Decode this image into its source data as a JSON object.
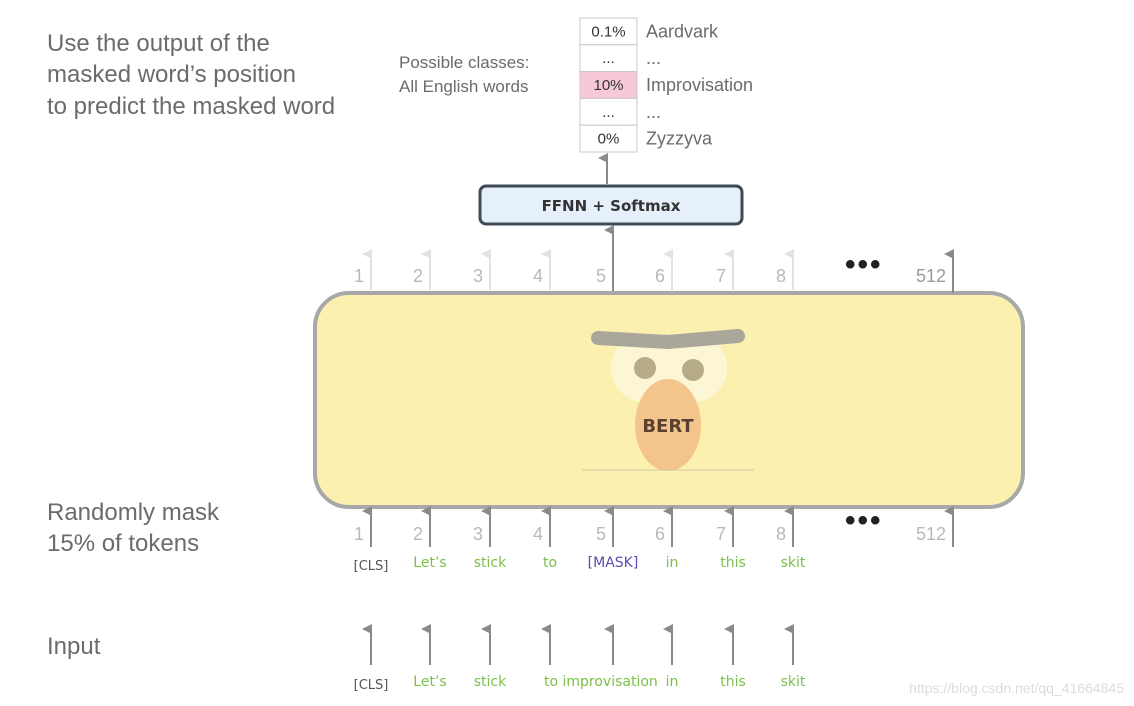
{
  "labels": {
    "top_left": [
      "Use the output of the",
      "masked word’s position",
      "to predict the masked word"
    ],
    "mid_left": [
      "Randomly mask",
      "15% of tokens"
    ],
    "input": "Input",
    "possible_classes": [
      "Possible classes:",
      "All English words"
    ]
  },
  "output_table": [
    {
      "prob": "0.1%",
      "word": "Aardvark",
      "highlight": false
    },
    {
      "prob": "...",
      "word": "...",
      "highlight": false
    },
    {
      "prob": "10%",
      "word": "Improvisation",
      "highlight": true
    },
    {
      "prob": "...",
      "word": "...",
      "highlight": false
    },
    {
      "prob": "0%",
      "word": "Zyzzyva",
      "highlight": false
    }
  ],
  "ffnn_label": "FFNN + Softmax",
  "bert_label": "BERT",
  "positions": [
    "1",
    "2",
    "3",
    "4",
    "5",
    "6",
    "7",
    "8"
  ],
  "last_position": "512",
  "ellipsis": "•••",
  "masked_tokens": [
    "[CLS]",
    "Let’s",
    "stick",
    "to",
    "[MASK]",
    "in",
    "this",
    "skit"
  ],
  "input_tokens": [
    "[CLS]",
    "Let’s",
    "stick",
    "to improvisation",
    "",
    "in",
    "this",
    "skit"
  ],
  "watermark": "https://blog.csdn.net/qq_41664845",
  "colors": {
    "bert_body": "#fcf0b0",
    "bert_border": "#a8a8a8",
    "ffnn_fill": "#e6f0fb",
    "highlight": "#f7c8d8",
    "token_green": "#7cc04a",
    "mask_purple": "#5b4bb0"
  }
}
